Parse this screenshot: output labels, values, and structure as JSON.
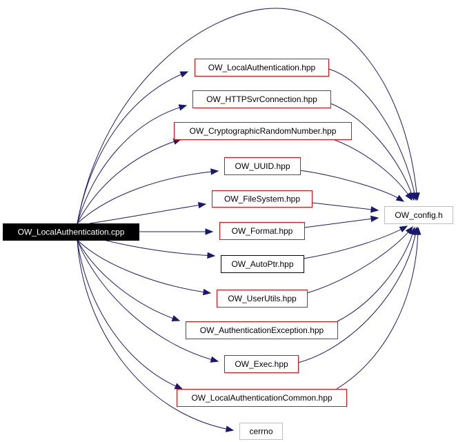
{
  "graph": {
    "root": "OW_LocalAuthentication.cpp",
    "nodes": [
      {
        "id": "root",
        "label": "OW_LocalAuthentication.cpp",
        "style": "filled"
      },
      {
        "id": "localauth_hpp",
        "label": "OW_LocalAuthentication.hpp",
        "style": "red"
      },
      {
        "id": "https_hpp",
        "label": "OW_HTTPSvrConnection.hpp",
        "style": "red"
      },
      {
        "id": "crypto_hpp",
        "label": "OW_CryptographicRandomNumber.hpp",
        "style": "red"
      },
      {
        "id": "uuid_hpp",
        "label": "OW_UUID.hpp",
        "style": "red"
      },
      {
        "id": "filesystem_hpp",
        "label": "OW_FileSystem.hpp",
        "style": "red"
      },
      {
        "id": "format_hpp",
        "label": "OW_Format.hpp",
        "style": "red"
      },
      {
        "id": "autoptr_hpp",
        "label": "OW_AutoPtr.hpp",
        "style": "black"
      },
      {
        "id": "userutils_hpp",
        "label": "OW_UserUtils.hpp",
        "style": "red"
      },
      {
        "id": "authexc_hpp",
        "label": "OW_AuthenticationException.hpp",
        "style": "red"
      },
      {
        "id": "exec_hpp",
        "label": "OW_Exec.hpp",
        "style": "red"
      },
      {
        "id": "localauthcommon_hpp",
        "label": "OW_LocalAuthenticationCommon.hpp",
        "style": "red"
      },
      {
        "id": "cerrno",
        "label": "cerrno",
        "style": "gray"
      },
      {
        "id": "config_h",
        "label": "OW_config.h",
        "style": "gray"
      }
    ],
    "edges": [
      [
        "root",
        "localauth_hpp"
      ],
      [
        "root",
        "https_hpp"
      ],
      [
        "root",
        "crypto_hpp"
      ],
      [
        "root",
        "uuid_hpp"
      ],
      [
        "root",
        "filesystem_hpp"
      ],
      [
        "root",
        "format_hpp"
      ],
      [
        "root",
        "autoptr_hpp"
      ],
      [
        "root",
        "userutils_hpp"
      ],
      [
        "root",
        "authexc_hpp"
      ],
      [
        "root",
        "exec_hpp"
      ],
      [
        "root",
        "localauthcommon_hpp"
      ],
      [
        "root",
        "cerrno"
      ],
      [
        "root",
        "config_h"
      ],
      [
        "localauth_hpp",
        "config_h"
      ],
      [
        "https_hpp",
        "config_h"
      ],
      [
        "crypto_hpp",
        "config_h"
      ],
      [
        "uuid_hpp",
        "config_h"
      ],
      [
        "filesystem_hpp",
        "config_h"
      ],
      [
        "format_hpp",
        "config_h"
      ],
      [
        "autoptr_hpp",
        "config_h"
      ],
      [
        "userutils_hpp",
        "config_h"
      ],
      [
        "authexc_hpp",
        "config_h"
      ],
      [
        "exec_hpp",
        "config_h"
      ],
      [
        "localauthcommon_hpp",
        "config_h"
      ]
    ]
  },
  "colors": {
    "edge": "#191970",
    "red_border": "#ff0000",
    "gray_border": "#bfbfbf",
    "black_border": "#000000",
    "root_fill": "#000000",
    "root_text": "#ffffff",
    "text": "#000000"
  }
}
